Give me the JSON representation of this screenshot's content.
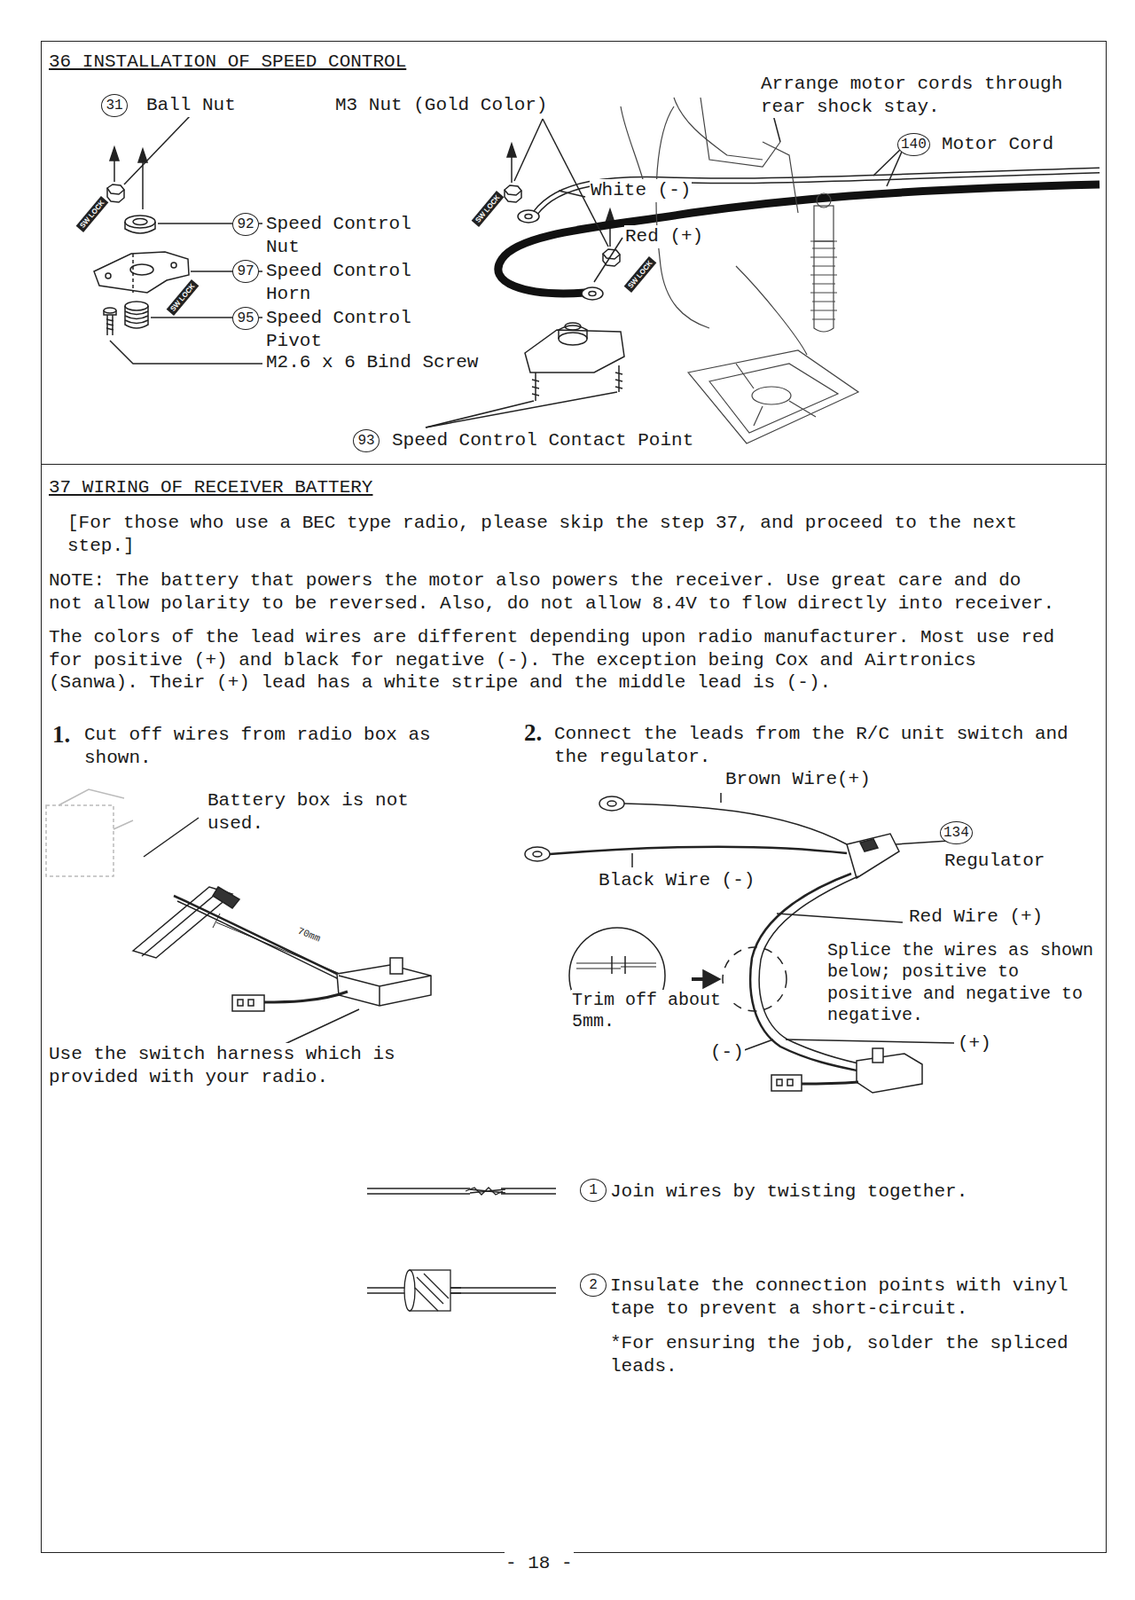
{
  "diagram": {
    "nodes": [
      {
        "text": [
          "36 INSTALLATION OF SPEED CONTROL"
        ]
      },
      {
        "text": [
          "37 WIRING OF RECEIVER BATTERY"
        ]
      }
    ],
    "labels": [
      "31",
      "Ball Nut",
      "M3 Nut (Gold Color)",
      "Arrange motor cords through rear shock stay.",
      "140",
      "Motor Cord",
      "SW LOCK",
      "92",
      "Speed Control Nut",
      "White (-)",
      "SW LOCK",
      "Red (+)",
      "SW LOCK",
      "97",
      "Speed Control Horn",
      "SW LOCK",
      "95",
      "Speed Control Pivot",
      "M2.6 x 6 Bind Screw",
      "93",
      "Speed Control Contact Point",
      "[For those who use a BEC type radio, please skip the step 37, and proceed to the next step.]",
      "NOTE: The battery that powers the motor also powers the receiver. Use great care and do not allow polarity to be reversed. Also, do not allow 8.4V to flow directly into receiver.",
      "The colors of the lead wires are different depending upon radio manufacturer. Most use red for positive (+) and black for negative (-). The exception being Cox and Airtronics (Sanwa). Their (+) lead has a white stripe and the middle lead is (-).",
      "1.",
      "Cut off wires from radio box as shown.",
      "Battery box is not used.",
      "70mm",
      "Use the switch harness which is provided with your radio.",
      "2.",
      "Connect the leads from the R/C unit switch and the regulator.",
      "Brown Wire(+)",
      "Black Wire (-)",
      "134",
      "Regulator",
      "Red Wire (+)",
      "Splice the wires as shown below; positive to positive and negative to negative.",
      "Trim off about 5mm.",
      "(-)",
      "(+)",
      "1",
      "Join wires by twisting together.",
      "2",
      "Insulate the connection points with vinyl tape to prevent a short-circuit.",
      "*For ensuring the job, solder the spliced leads.",
      "- 18 -"
    ]
  }
}
